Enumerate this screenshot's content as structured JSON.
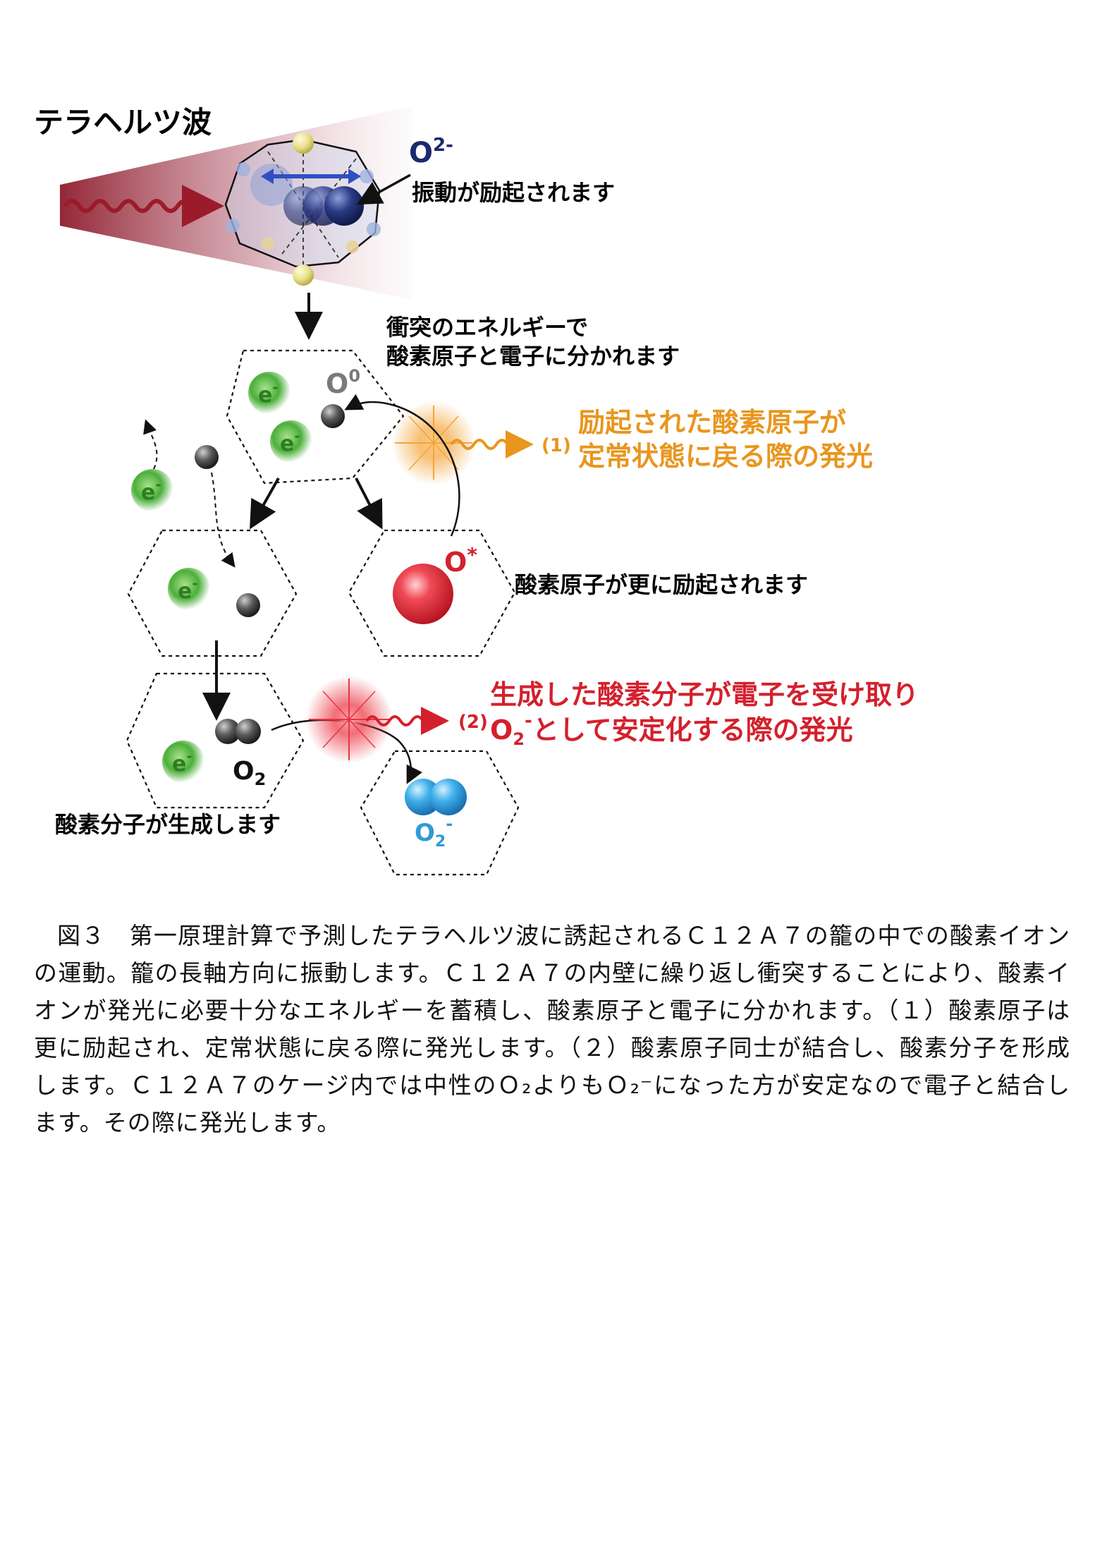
{
  "diagram": {
    "title": "テラヘルツ波",
    "ion_label": "O",
    "ion_charge": "2-",
    "vibration_label": "振動が励起されます",
    "collision_label_1": "衝突のエネルギーで",
    "collision_label_2": "酸素原子と電子に分かれます",
    "electron_base": "e",
    "electron_charge": "-",
    "o0_label": "O",
    "o0_sup": "0",
    "ostar_label": "O",
    "ostar_sup": "*",
    "excited_further_label": "酸素原子が更に励起されます",
    "emission1_num": "(1)",
    "emission1_line1": "励起された酸素原子が",
    "emission1_line2": "定常状態に戻る際の発光",
    "emission2_num": "(2)",
    "emission2_line1": "生成した酸素分子が電子を受け取り",
    "emission2_line2_o": "O",
    "emission2_line2_sub": "2",
    "emission2_line2_sup": "-",
    "emission2_line2_rest": "として安定化する際の発光",
    "o2_label": "O",
    "o2_sub": "2",
    "o2minus_label": "O",
    "o2minus_sub": "2",
    "o2minus_sup": "-",
    "molecule_formed_label": "酸素分子が生成します"
  },
  "colors": {
    "orange": "#e8961e",
    "red": "#e3262f",
    "navy": "#1b2a6b",
    "blue_arrow": "#2f4fc4",
    "electron_green": "#4caf3a",
    "o2minus_blue": "#2e9ad8",
    "terahertz_red": "#9b1b2a"
  },
  "caption": {
    "text": "図３　第一原理計算で予測したテラヘルツ波に誘起されるＣ１２Ａ７の籠の中での酸素イオンの運動。籠の長軸方向に振動します。Ｃ１２Ａ７の内壁に繰り返し衝突することにより、酸素イオンが発光に必要十分なエネルギーを蓄積し、酸素原子と電子に分かれます。（１）酸素原子は更に励起され、定常状態に戻る際に発光します。（２）酸素原子同士が結合し、酸素分子を形成します。Ｃ１２Ａ７のケージ内では中性のＯ₂よりもＯ₂⁻になった方が安定なので電子と結合します。その際に発光します。"
  }
}
